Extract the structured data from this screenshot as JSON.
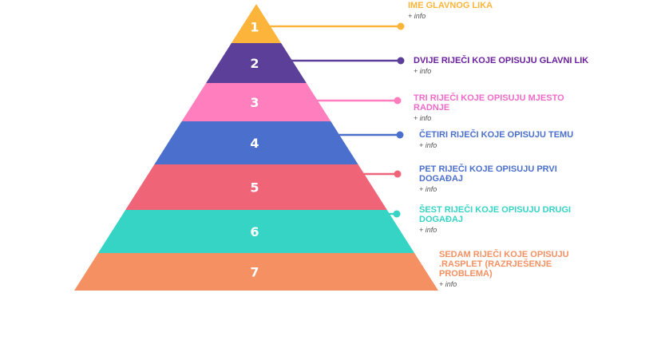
{
  "levels": [
    {
      "number": "1",
      "title": "IME GLAVNOG LIKA",
      "info": "+ info",
      "color": "#FDB43A"
    },
    {
      "number": "2",
      "title": "DVIJE RIJEČI KOJE OPISUJU GLAVNI LIK",
      "info": "+ info",
      "color": "#5B3F99"
    },
    {
      "number": "3",
      "title": "TRI RIJEČI KOJE OPISUJU MJESTO RADNJE",
      "info": "+ info",
      "color": "#FF7EBE"
    },
    {
      "number": "4",
      "title": "ČETIRI RIJEČI KOJE OPISUJU TEMU",
      "info": "+ info",
      "color": "#4B6FCC"
    },
    {
      "number": "5",
      "title": "PET RIJEČI KOJE OPISUJU PRVI DOGAĐAJ",
      "info": "+ info",
      "color": "#F06478"
    },
    {
      "number": "6",
      "title": "ŠEST RIJEČI KOJE OPISUJU DRUGI DOGAĐAJ",
      "info": "+ info",
      "color": "#36D4C5"
    },
    {
      "number": "7",
      "title": "SEDAM RIJEČI KOJE OPISUJU .RASPLET (RAZRJEŠENJE PROBLEMA)",
      "info": "+ info",
      "color": "#F49062"
    }
  ],
  "label_colors": [
    "#FDB43A",
    "#6A1FA0",
    "#F06AC8",
    "#4B6FCC",
    "#4B6FCC",
    "#36D4C5",
    "#F49062"
  ]
}
